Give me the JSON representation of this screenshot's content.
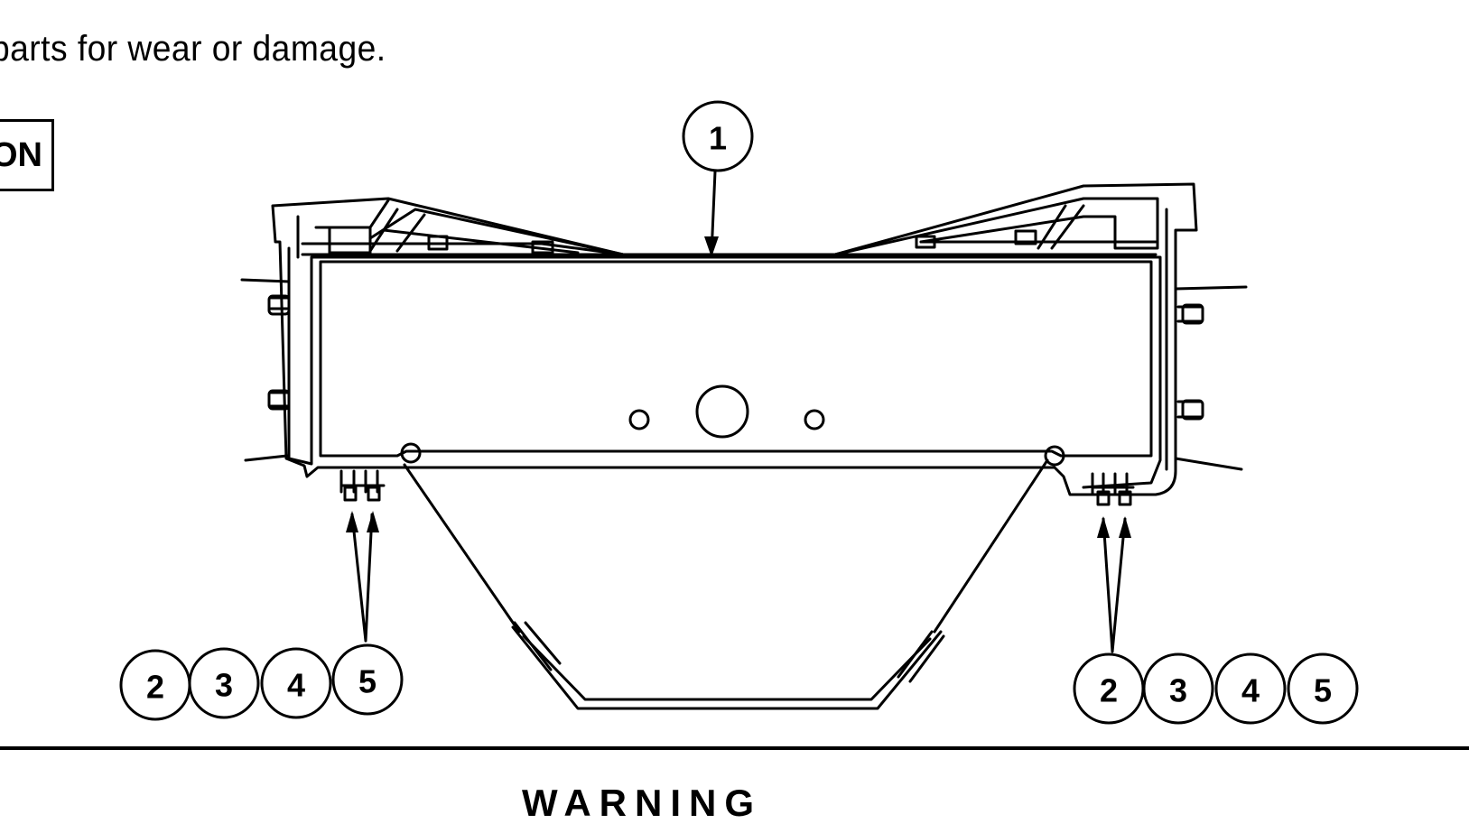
{
  "page": {
    "instruction_fragment": "parts  for wear or damage.",
    "caution_fragment": "ON",
    "warning_heading": "WARNING"
  },
  "figure": {
    "callouts_top": [
      "1"
    ],
    "callouts_left": [
      "2",
      "3",
      "4",
      "5"
    ],
    "callouts_right": [
      "2",
      "3",
      "4",
      "5"
    ]
  }
}
